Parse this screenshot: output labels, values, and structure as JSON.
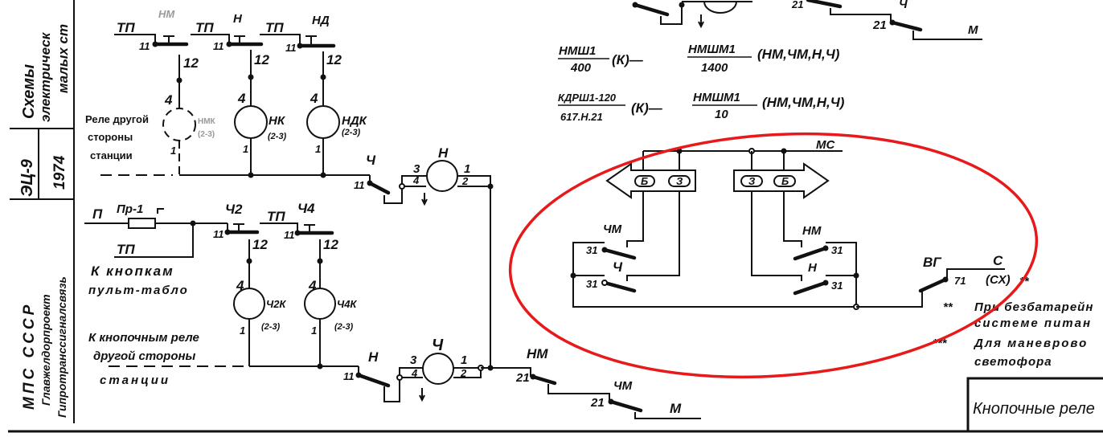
{
  "title_block": {
    "title_line1": "Схемы",
    "title_line2": "электрическ",
    "title_line3": "малых ст",
    "code": "ЭЦ-9",
    "year": "1974",
    "org1": "МПС СССР",
    "org2": "Главжелдорпроект",
    "org3": "Гипротранссигналсвязь"
  },
  "top_row": {
    "btn1": {
      "feed": "ТП",
      "contact": "11",
      "name": "НМ",
      "out": "12"
    },
    "btn2": {
      "feed": "ТП",
      "contact": "11",
      "name": "Н",
      "out": "12"
    },
    "btn3": {
      "feed": "ТП",
      "contact": "11",
      "name": "НД",
      "out": "12"
    },
    "relay_other": {
      "pin_top": "4",
      "pin_bottom": "1",
      "name": "НМК",
      "range": "(2-3)",
      "note1": "Реле другой",
      "note2": "стороны",
      "note3": "станции"
    },
    "relay_nk": {
      "pin_top": "4",
      "pin_bottom": "1",
      "name": "НК",
      "range": "(2-3)"
    },
    "relay_ndk": {
      "pin_top": "4",
      "pin_bottom": "1",
      "name": "НДК",
      "range": "(2-3)"
    },
    "contact_ch": {
      "name": "Ч",
      "pin": "11"
    },
    "relay_n": {
      "name": "Н",
      "p3": "3",
      "p4": "4",
      "p1": "1",
      "p2": "2"
    }
  },
  "bottom_row": {
    "feed_p": "П",
    "fuse": "Пр-1",
    "feed_tp": "ТП",
    "btn_ch2": {
      "name": "Ч2",
      "contact": "11",
      "out": "12"
    },
    "btn_ch4": {
      "feed": "ТП",
      "name": "Ч4",
      "contact": "11",
      "out": "12"
    },
    "note_console1": "К кнопкам",
    "note_console2": "пульт-табло",
    "note_other1": "К кнопочным реле",
    "note_other2": "другой стороны",
    "note_other3": "станции",
    "relay_ch2k": {
      "pin_top": "4",
      "pin_bottom": "1",
      "name": "Ч2К",
      "range": "(2-3)"
    },
    "relay_ch4k": {
      "pin_top": "4",
      "pin_bottom": "1",
      "name": "Ч4К",
      "range": "(2-3)"
    },
    "contact_n": {
      "name": "Н",
      "pin": "11"
    },
    "relay_ch": {
      "name": "Ч",
      "p3": "3",
      "p4": "4",
      "p1": "1",
      "p2": "2"
    },
    "contact_nm": {
      "name": "НМ",
      "pin": "21"
    },
    "contact_chm": {
      "name": "ЧМ",
      "pin": "21"
    },
    "out_m": "М"
  },
  "top_right": {
    "pin_a": "21",
    "name_ch": "Ч",
    "pin_b": "21",
    "out_m": "М"
  },
  "formulas": [
    {
      "num": "НМШ1",
      "den": "400",
      "mid": "(К)—",
      "num2": "НМШМ1",
      "den2": "1400",
      "tail": "(НМ,ЧМ,Н,Ч)"
    },
    {
      "num": "КДРШ1-120",
      "den": "617.Н.21",
      "mid": "(К)—",
      "num2": "НМШМ1",
      "den2": "10",
      "tail": "(НМ,ЧМ,Н,Ч)"
    }
  ],
  "indication": {
    "bus": "МС",
    "left_arrow": [
      "Б",
      "З"
    ],
    "right_arrow": [
      "З",
      "Б"
    ],
    "chm": {
      "name": "ЧМ",
      "pin": "31"
    },
    "ch": {
      "name": "Ч",
      "pin": "31"
    },
    "nm": {
      "name": "НМ",
      "pin": "31"
    },
    "n": {
      "name": "Н",
      "pin": "31"
    },
    "vg": {
      "name": "ВГ",
      "pin": "71"
    },
    "out_c": "С",
    "out_cx": "(СХ)",
    "stars": "**"
  },
  "notes": {
    "n1_mark": "**",
    "n1_line1": "При безбатарейн",
    "n1_line2": "системе питан",
    "n2_mark": "***",
    "n2_line1": "Для маневрово",
    "n2_line2": "светофора"
  },
  "stamp": {
    "title": "Кнопочные реле"
  },
  "annotation": {
    "color": "#e8191a"
  }
}
